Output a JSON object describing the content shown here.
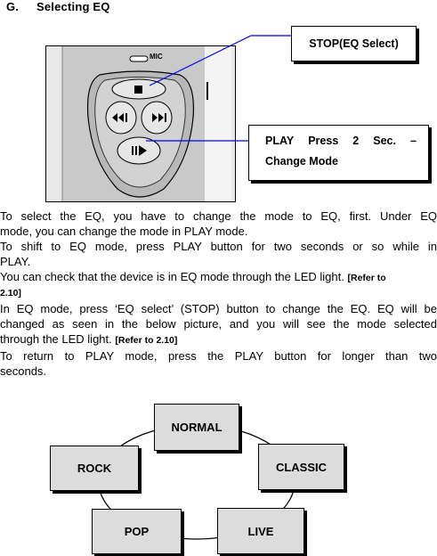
{
  "heading": {
    "letter": "G.",
    "title": "Selecting EQ"
  },
  "device": {
    "mic_label": "MIC",
    "stop_callout": "STOP(EQ Select)",
    "play_callout_words": [
      "PLAY",
      "Press",
      "2",
      "Sec.",
      "–"
    ],
    "play_callout_line2": "Change Mode"
  },
  "body": {
    "p1_line1": "To select the EQ, you have to change the mode to EQ, first. Under EQ",
    "p1_line2": "mode, you can change the mode in PLAY mode.",
    "p2_line1": "To shift to EQ mode, press PLAY button for two seconds or so while in",
    "p2_line2": "PLAY.",
    "p3_line1": "You can check that the device is in EQ mode through the LED light.",
    "p3_ref_a": "[Refer to",
    "p3_ref_b": "2.10]",
    "p4_line1": "In EQ mode, press ‘EQ select’ (STOP) button to change the EQ. EQ will be",
    "p4_line2": "changed as seen in the below picture, and you will see the mode selected",
    "p4_line3": "through the LED light.",
    "p4_ref": "[Refer to 2.10]",
    "p5_line1": "To return to PLAY mode, press the PLAY button for longer than two",
    "p5_line2": "seconds."
  },
  "eq_modes": {
    "normal": "NORMAL",
    "classic": "CLASSIC",
    "live": "LIVE",
    "pop": "POP",
    "rock": "ROCK"
  },
  "colors": {
    "callout_line": "#0000ff",
    "eq_fill": "#dcdcdc"
  }
}
